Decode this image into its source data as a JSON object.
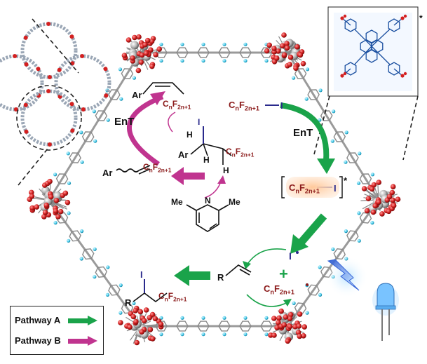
{
  "labels": {
    "ent_left": "EnT",
    "ent_right": "EnT",
    "ar_top": "Ar",
    "ar_left": "Ar",
    "ar_center": "Ar",
    "cnf_top": "CnF2n+1",
    "cnf_left": "CnF2n+1",
    "cnf_center": "CnF2n+1",
    "cnf_reagent": "CnF2n+1",
    "cnf_excited": "CnF2n+1",
    "cnf_radical": "CnF2n+1",
    "cnf_product": "CnF2n+1",
    "iodine_reagent": "I",
    "iodine_excited": "I",
    "iodine_radical": "I",
    "iodine_product": "I",
    "iodine_center": "I",
    "h1": "H",
    "h2": "H",
    "h3": "H",
    "nitrogen": "N",
    "me_left": "Me",
    "me_right": "Me",
    "r_alkene": "R",
    "r_product": "R",
    "excited_star": "*",
    "plus_sign": "+",
    "linker_star": "*"
  },
  "legend": {
    "pathway_a": "Pathway A",
    "pathway_b": "Pathway B"
  },
  "colors": {
    "pathway_a": "#1aa34a",
    "pathway_b": "#c0348f",
    "chem_text": "#8b1a1a",
    "iodine": "#2a2a8c",
    "framework_red": "#d42020",
    "framework_gray": "#9a9a9a",
    "linker_blue": "#1a4fa0"
  }
}
